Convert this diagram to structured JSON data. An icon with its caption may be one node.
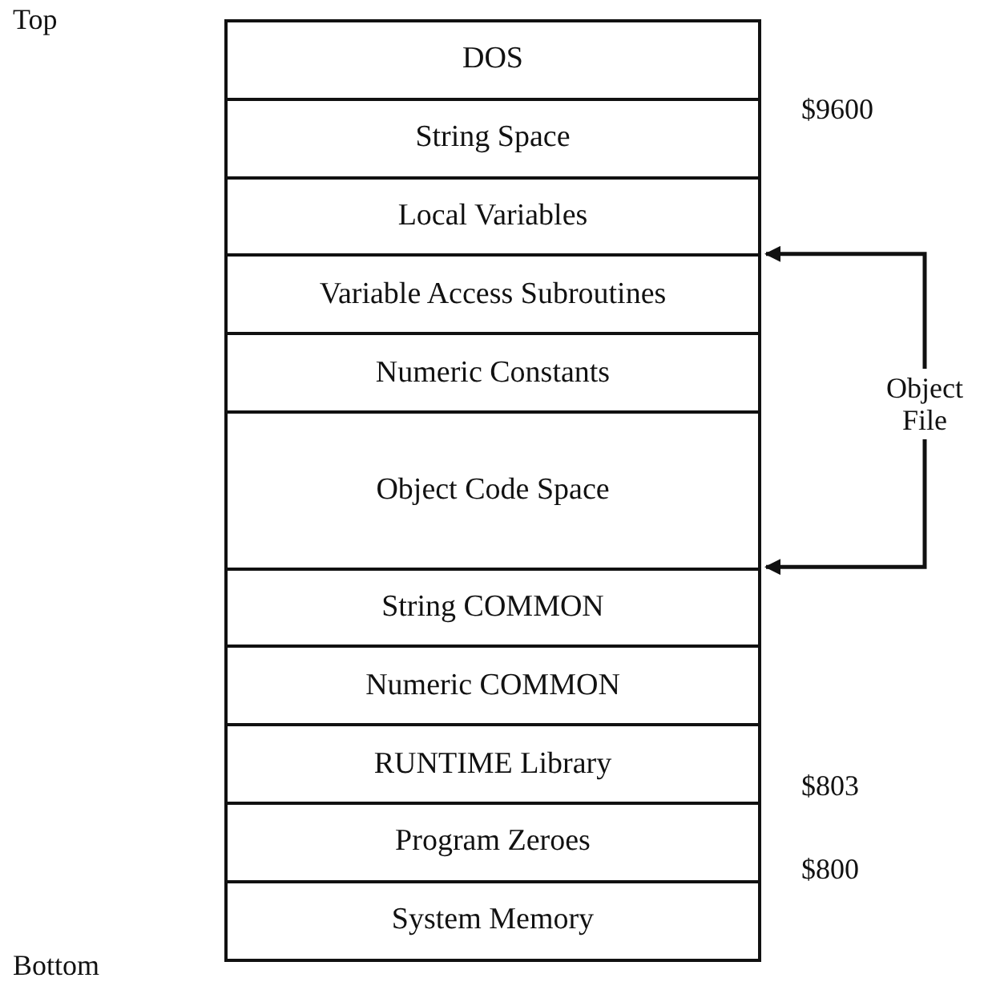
{
  "diagram": {
    "nodes": [
      {
        "text": [
          "DOS"
        ]
      },
      {
        "text": [
          "String Space"
        ]
      },
      {
        "text": [
          "Local Variables"
        ]
      },
      {
        "text": [
          "Variable Access Subroutines"
        ]
      },
      {
        "text": [
          "Numeric Constants"
        ]
      },
      {
        "text": [
          "Object Code Space"
        ]
      },
      {
        "text": [
          "String COMMON"
        ]
      },
      {
        "text": [
          "Numeric COMMON"
        ]
      },
      {
        "text": [
          "RUNTIME Library"
        ]
      },
      {
        "text": [
          "Program Zeroes"
        ]
      },
      {
        "text": [
          "System Memory"
        ]
      },
      {
        "text": [
          "Object File"
        ]
      }
    ],
    "edges": [
      {
        "from": 11,
        "to": 2,
        "arrow": "to"
      },
      {
        "from": 11,
        "to": 6,
        "arrow": "to"
      }
    ],
    "labels": [
      "Top",
      "$9600",
      "$803",
      "$800",
      "Bottom"
    ]
  }
}
